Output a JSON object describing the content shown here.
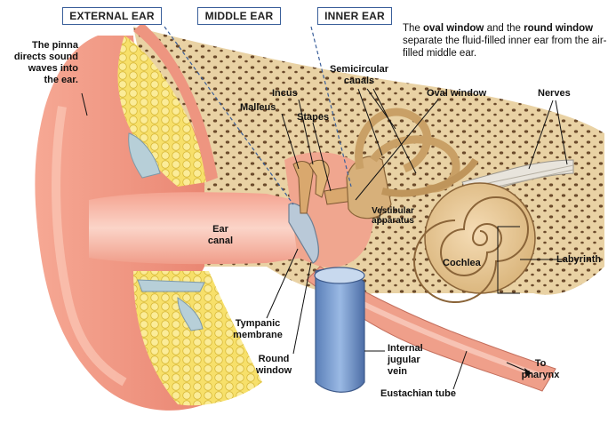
{
  "regions": {
    "external": "EXTERNAL EAR",
    "middle": "MIDDLE EAR",
    "inner": "INNER EAR"
  },
  "intro": {
    "t1": "The ",
    "t2": "oval window",
    "t3": " and the ",
    "t4": "round window",
    "t5": " separate the fluid-filled inner ear from the air-filled middle ear."
  },
  "pinna": {
    "l1": "The ",
    "bold": "pinna",
    "l2": "directs sound",
    "l3": "waves into",
    "l4": "the ear."
  },
  "labels": {
    "incus": "Incus",
    "malleus": "Malleus",
    "stapes": "Stapes",
    "semicircular_1": "Semicircular",
    "semicircular_2": "canals",
    "oval_window": "Oval window",
    "nerves": "Nerves",
    "vestibular_1": "Vestibular",
    "vestibular_2": "apparatus",
    "ear_canal_1": "Ear",
    "ear_canal_2": "canal",
    "cochlea": "Cochlea",
    "labyrinth": "Labyrinth",
    "tympanic_1": "Tympanic",
    "tympanic_2": "membrane",
    "round_1": "Round",
    "round_2": "window",
    "jugular_1": "Internal",
    "jugular_2": "jugular",
    "jugular_3": "vein",
    "eustachian": "Eustachian tube",
    "pharynx_1": "To",
    "pharynx_2": "pharynx"
  }
}
